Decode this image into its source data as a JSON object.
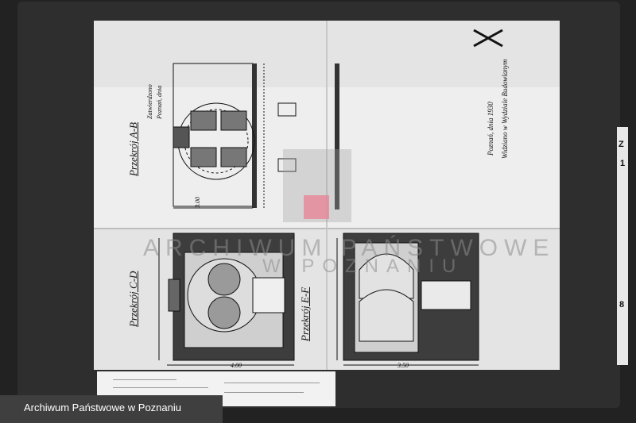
{
  "document": {
    "sections": {
      "ab": "Przekrój A-B",
      "cd": "Przekrój C-D",
      "ef": "Przekrój E-F"
    },
    "dimensions": {
      "top_width": "3.00",
      "cd_width": "4.00",
      "ef_width": "3.50"
    },
    "approval_note": "Widziano w Wydziale Budowlanym",
    "signature_note": "Poznań, dnia 1930",
    "small_notes": [
      "Zatwierdzono",
      "Poznań, dnia"
    ]
  },
  "watermark": {
    "line1": "ARCHIWUM PAŃSTWOWE",
    "line2": "W POZNANIU"
  },
  "caption": "Archiwum Państwowe w Poznaniu",
  "edge_marks": [
    "Z",
    "1",
    "8"
  ],
  "colors": {
    "background": "#222222",
    "sheet": "#e4e4e4",
    "ink": "#111111",
    "stamp": "#e58a9a",
    "caption_bar": "#3f3f3f"
  }
}
